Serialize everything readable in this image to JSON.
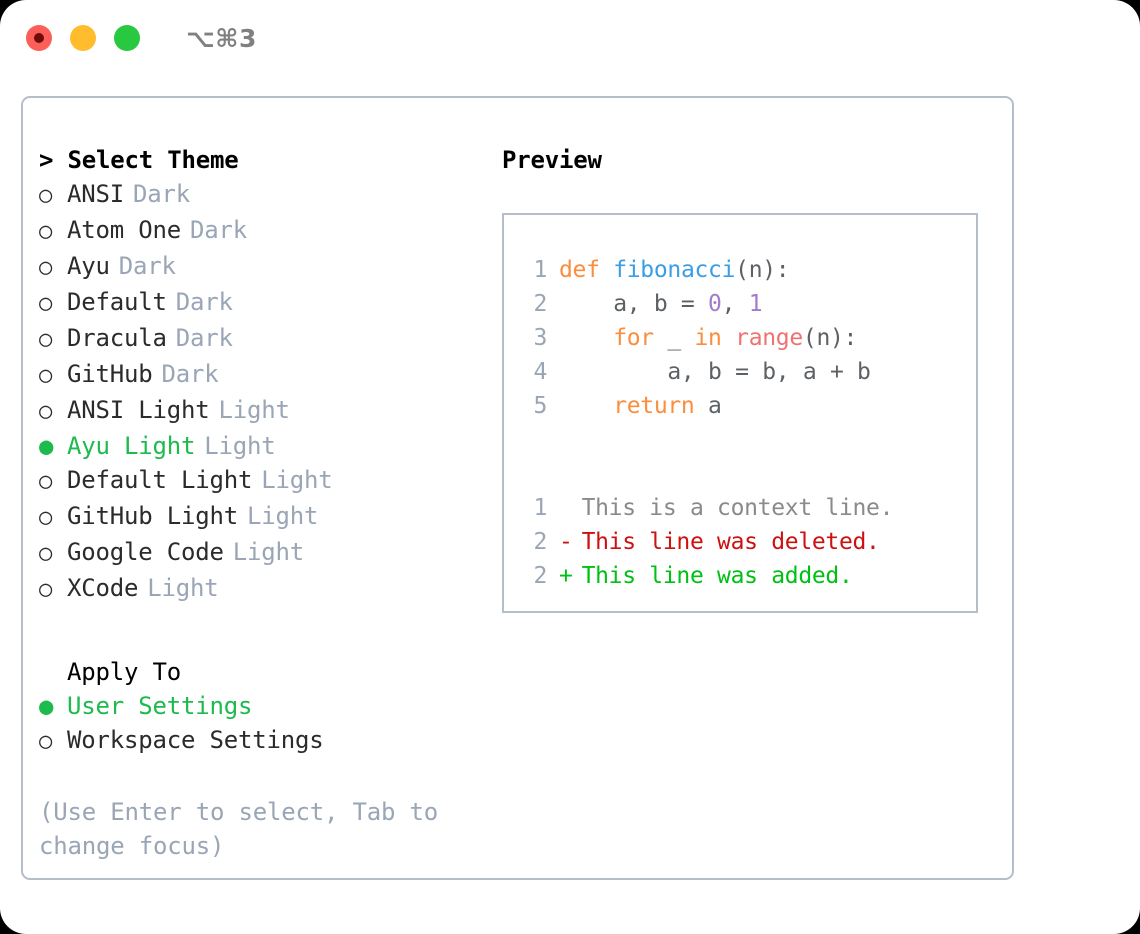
{
  "window": {
    "traffic_lights": [
      "close",
      "minimize",
      "maximize"
    ],
    "title": "⌥⌘3",
    "colors": {
      "close": "#fc5f58",
      "minimize": "#ffbd2e",
      "maximize": "#28c840",
      "accent_green": "#1dba4d",
      "muted": "#9aa5b5",
      "border": "#b6becb"
    }
  },
  "theme_picker": {
    "heading": "> Select Theme",
    "prompt_marker": ">",
    "options": [
      {
        "bullet": "○",
        "label": "ANSI",
        "tag": "Dark",
        "selected": false
      },
      {
        "bullet": "○",
        "label": "Atom One",
        "tag": "Dark",
        "selected": false
      },
      {
        "bullet": "○",
        "label": "Ayu",
        "tag": "Dark",
        "selected": false
      },
      {
        "bullet": "○",
        "label": "Default",
        "tag": "Dark",
        "selected": false
      },
      {
        "bullet": "○",
        "label": "Dracula",
        "tag": "Dark",
        "selected": false
      },
      {
        "bullet": "○",
        "label": "GitHub",
        "tag": "Dark",
        "selected": false
      },
      {
        "bullet": "○",
        "label": "ANSI Light",
        "tag": "Light",
        "selected": false
      },
      {
        "bullet": "●",
        "label": "Ayu Light",
        "tag": "Light",
        "selected": true
      },
      {
        "bullet": "○",
        "label": "Default Light",
        "tag": "Light",
        "selected": false
      },
      {
        "bullet": "○",
        "label": "GitHub Light",
        "tag": "Light",
        "selected": false
      },
      {
        "bullet": "○",
        "label": "Google Code",
        "tag": "Light",
        "selected": false
      },
      {
        "bullet": "○",
        "label": "XCode",
        "tag": "Light",
        "selected": false
      }
    ]
  },
  "apply_to": {
    "heading": "Apply To",
    "options": [
      {
        "bullet": "●",
        "label": "User Settings",
        "selected": true
      },
      {
        "bullet": "○",
        "label": "Workspace Settings",
        "selected": false
      }
    ]
  },
  "hint": "(Use Enter to select, Tab to change focus)",
  "preview": {
    "title": "Preview",
    "code_lines": [
      {
        "number": "1",
        "tokens": [
          {
            "text": "def ",
            "cls": "tok-kw"
          },
          {
            "text": "fibonacci",
            "cls": "tok-fn"
          },
          {
            "text": "(n):",
            "cls": "tok-pl"
          }
        ]
      },
      {
        "number": "2",
        "tokens": [
          {
            "text": "    a, b = ",
            "cls": "tok-pl"
          },
          {
            "text": "0",
            "cls": "tok-num"
          },
          {
            "text": ", ",
            "cls": "tok-pl"
          },
          {
            "text": "1",
            "cls": "tok-num"
          }
        ]
      },
      {
        "number": "3",
        "tokens": [
          {
            "text": "    for ",
            "cls": "tok-kw"
          },
          {
            "text": "_ ",
            "cls": "tok-pl"
          },
          {
            "text": "in ",
            "cls": "tok-kw"
          },
          {
            "text": "range",
            "cls": "tok-call"
          },
          {
            "text": "(n):",
            "cls": "tok-pl"
          }
        ]
      },
      {
        "number": "4",
        "tokens": [
          {
            "text": "        a, b = b, a + b",
            "cls": "tok-pl"
          }
        ]
      },
      {
        "number": "5",
        "tokens": [
          {
            "text": "    return ",
            "cls": "tok-kw"
          },
          {
            "text": "a",
            "cls": "tok-pl"
          }
        ]
      }
    ],
    "diff_lines": [
      {
        "number": "1",
        "marker": " ",
        "text": "This is a context line.",
        "kind": "context"
      },
      {
        "number": "2",
        "marker": "-",
        "text": "This line was deleted.",
        "kind": "deleted"
      },
      {
        "number": "2",
        "marker": "+",
        "text": "This line was added.",
        "kind": "added"
      }
    ]
  }
}
